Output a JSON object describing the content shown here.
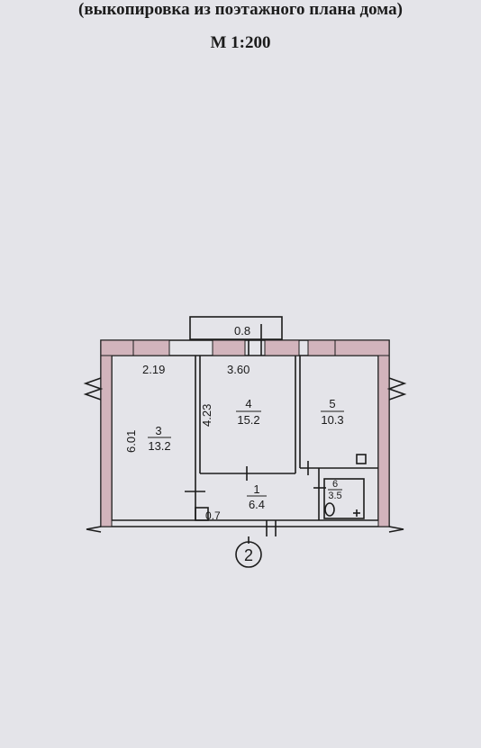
{
  "header": {
    "subtitle": "(выкопировка из поэтажного плана дома)",
    "scale": "М 1:200"
  },
  "plan": {
    "axis_label": "2",
    "dimensions": {
      "balcony": "0.8",
      "room3_width": "2.19",
      "room4_width": "3.60",
      "room3_length": "6.01",
      "room4_length": "4.23",
      "pantry": "0.7"
    },
    "rooms": [
      {
        "number": "3",
        "area": "13.2"
      },
      {
        "number": "4",
        "area": "15.2"
      },
      {
        "number": "5",
        "area": "10.3"
      },
      {
        "number": "1",
        "area": "6.4"
      },
      {
        "number": "6",
        "area": "3.5"
      }
    ]
  },
  "colors": {
    "background": "#e4e4e9",
    "wall": "#1c1c1c",
    "window_fill": "#d2b4bc"
  }
}
